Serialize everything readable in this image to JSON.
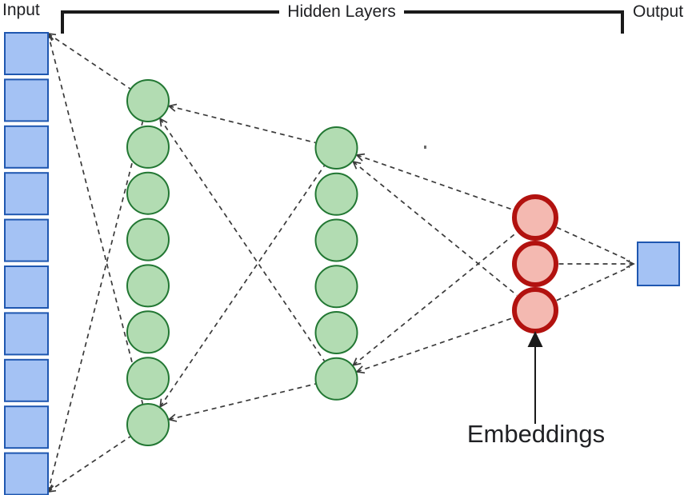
{
  "diagram_type": "neural-network-embedding-architecture",
  "labels": {
    "input": "Input",
    "hidden_layers": "Hidden Layers",
    "output": "Output",
    "embeddings": "Embeddings"
  },
  "colors": {
    "input_fill": "#a4c2f4",
    "input_border": "#1f57b0",
    "hidden_fill": "#b2dcb2",
    "hidden_border": "#227733",
    "embedding_fill": "#f4b9b1",
    "embedding_border": "#b2120f",
    "connector": "#3a3a3a",
    "bracket": "#1a1a1a",
    "text": "#202124"
  },
  "layers": {
    "input": {
      "name": "input",
      "shape": "square",
      "count": 10
    },
    "hidden1": {
      "name": "hidden-layer-1",
      "shape": "circle",
      "count": 8
    },
    "hidden2": {
      "name": "hidden-layer-2",
      "shape": "circle",
      "count": 6
    },
    "embeddings": {
      "name": "embeddings",
      "shape": "circle",
      "count": 3
    },
    "output": {
      "name": "output",
      "shape": "square",
      "count": 1
    }
  },
  "connections": [
    {
      "from": "input-top",
      "to": "h1-top",
      "arrow": "from"
    },
    {
      "from": "input-top",
      "to": "h1-bottom",
      "arrow": "from"
    },
    {
      "from": "input-bottom",
      "to": "h1-top",
      "arrow": "from"
    },
    {
      "from": "input-bottom",
      "to": "h1-bottom",
      "arrow": "from"
    },
    {
      "from": "h1-top",
      "to": "h2-top",
      "arrow": "from"
    },
    {
      "from": "h1-top",
      "to": "h2-bottom",
      "arrow": "from"
    },
    {
      "from": "h1-bottom",
      "to": "h2-top",
      "arrow": "from"
    },
    {
      "from": "h1-bottom",
      "to": "h2-bottom",
      "arrow": "from"
    },
    {
      "from": "h2-top",
      "to": "emb-top",
      "arrow": "from"
    },
    {
      "from": "h2-top",
      "to": "emb-bottom",
      "arrow": "from"
    },
    {
      "from": "h2-bottom",
      "to": "emb-top",
      "arrow": "from"
    },
    {
      "from": "h2-bottom",
      "to": "emb-bottom",
      "arrow": "from"
    },
    {
      "from": "emb-top",
      "to": "out-upper",
      "arrow": "none"
    },
    {
      "from": "emb-mid",
      "to": "out-mid",
      "arrow": "to"
    },
    {
      "from": "emb-bottom",
      "to": "out-lower",
      "arrow": "none"
    }
  ],
  "annotation": {
    "label": "Embeddings",
    "arrow_direction": "up",
    "points_at": "embeddings-bottom-node"
  }
}
